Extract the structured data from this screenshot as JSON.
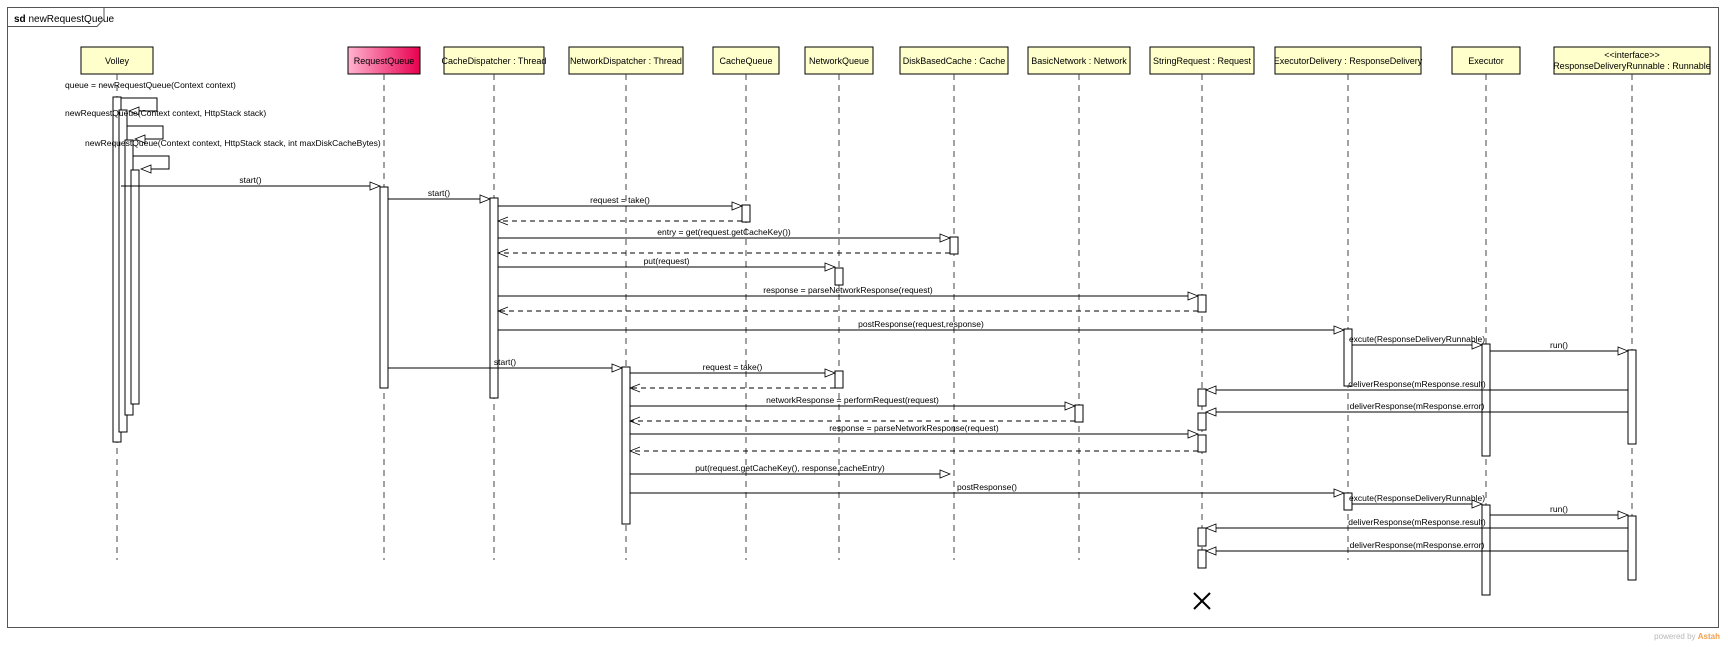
{
  "frame": {
    "keyword": "sd",
    "name": "newRequestQueue"
  },
  "lifelines": [
    {
      "id": "volley",
      "label": "Volley"
    },
    {
      "id": "rq",
      "label": "RequestQueue",
      "highlight": true
    },
    {
      "id": "cd",
      "label": "CacheDispatcher : Thread"
    },
    {
      "id": "nd",
      "label": "NetworkDispatcher : Thread"
    },
    {
      "id": "cq",
      "label": "CacheQueue"
    },
    {
      "id": "nq",
      "label": "NetworkQueue"
    },
    {
      "id": "dbc",
      "label": "DiskBasedCache : Cache"
    },
    {
      "id": "bn",
      "label": "BasicNetwork : Network"
    },
    {
      "id": "sr",
      "label": "StringRequest : Request"
    },
    {
      "id": "ed",
      "label": "ExecutorDelivery : ResponseDelivery"
    },
    {
      "id": "ex",
      "label": "Executor"
    },
    {
      "id": "rdr",
      "label": "<<interface>>",
      "label2": "ResponseDeliveryRunnable : Runnable"
    }
  ],
  "messages": [
    {
      "from": "volley",
      "to": "volley",
      "label": "queue = newRequestQueue(Context context)",
      "self": true
    },
    {
      "from": "volley",
      "to": "volley",
      "label": "newRequestQueue(Context context, HttpStack stack)",
      "self": true
    },
    {
      "from": "volley",
      "to": "volley",
      "label": "newRequestQueue(Context context, HttpStack stack, int maxDiskCacheBytes)",
      "self": true
    },
    {
      "from": "volley",
      "to": "rq",
      "label": "start()"
    },
    {
      "from": "rq",
      "to": "cd",
      "label": "start()"
    },
    {
      "from": "cd",
      "to": "cq",
      "label": "request = take()"
    },
    {
      "from": "cq",
      "to": "cd",
      "label": "",
      "reply": true
    },
    {
      "from": "cd",
      "to": "dbc",
      "label": "entry = get(request.getCacheKey())"
    },
    {
      "from": "dbc",
      "to": "cd",
      "label": "",
      "reply": true
    },
    {
      "from": "cd",
      "to": "nq",
      "label": "put(request)"
    },
    {
      "from": "cd",
      "to": "sr",
      "label": "response = parseNetworkResponse(request)"
    },
    {
      "from": "sr",
      "to": "cd",
      "label": "",
      "reply": true
    },
    {
      "from": "cd",
      "to": "ed",
      "label": "postResponse(request,response)"
    },
    {
      "from": "ed",
      "to": "ex",
      "label": "excute(ResponseDeliveryRunnable)"
    },
    {
      "from": "ex",
      "to": "rdr",
      "label": "run()"
    },
    {
      "from": "rq",
      "to": "nd",
      "label": "start()"
    },
    {
      "from": "nd",
      "to": "nq",
      "label": "request = take()"
    },
    {
      "from": "rdr",
      "to": "sr",
      "label": "deliverResponse(mResponse.result)"
    },
    {
      "from": "nq",
      "to": "nd",
      "label": "",
      "reply": true
    },
    {
      "from": "nd",
      "to": "bn",
      "label": "networkResponse = performRequest(request)"
    },
    {
      "from": "rdr",
      "to": "sr",
      "label": "deliverResponse(mResponse.error)"
    },
    {
      "from": "bn",
      "to": "nd",
      "label": "",
      "reply": true
    },
    {
      "from": "nd",
      "to": "sr",
      "label": "response = parseNetworkResponse(request)"
    },
    {
      "from": "sr",
      "to": "nd",
      "label": "",
      "reply": true
    },
    {
      "from": "nd",
      "to": "dbc",
      "label": "put(request.getCacheKey(), response.cacheEntry)"
    },
    {
      "from": "nd",
      "to": "ed",
      "label": "postResponse()"
    },
    {
      "from": "ed",
      "to": "ex",
      "label": "excute(ResponseDeliveryRunnable)"
    },
    {
      "from": "ex",
      "to": "rdr",
      "label": "run()"
    },
    {
      "from": "rdr",
      "to": "sr",
      "label": "deliverResponse(mResponse.result)"
    },
    {
      "from": "rdr",
      "to": "sr",
      "label": "deliverResponse(mResponse.error)"
    }
  ],
  "colors": {
    "header_fill": "#ffffcc",
    "header_highlight_start": "#ffb3d0",
    "header_highlight_end": "#e8004f",
    "line": "#000000",
    "lifeline_dash": "#444444"
  },
  "watermark": {
    "prefix": "powered by",
    "brand": "Astah"
  }
}
